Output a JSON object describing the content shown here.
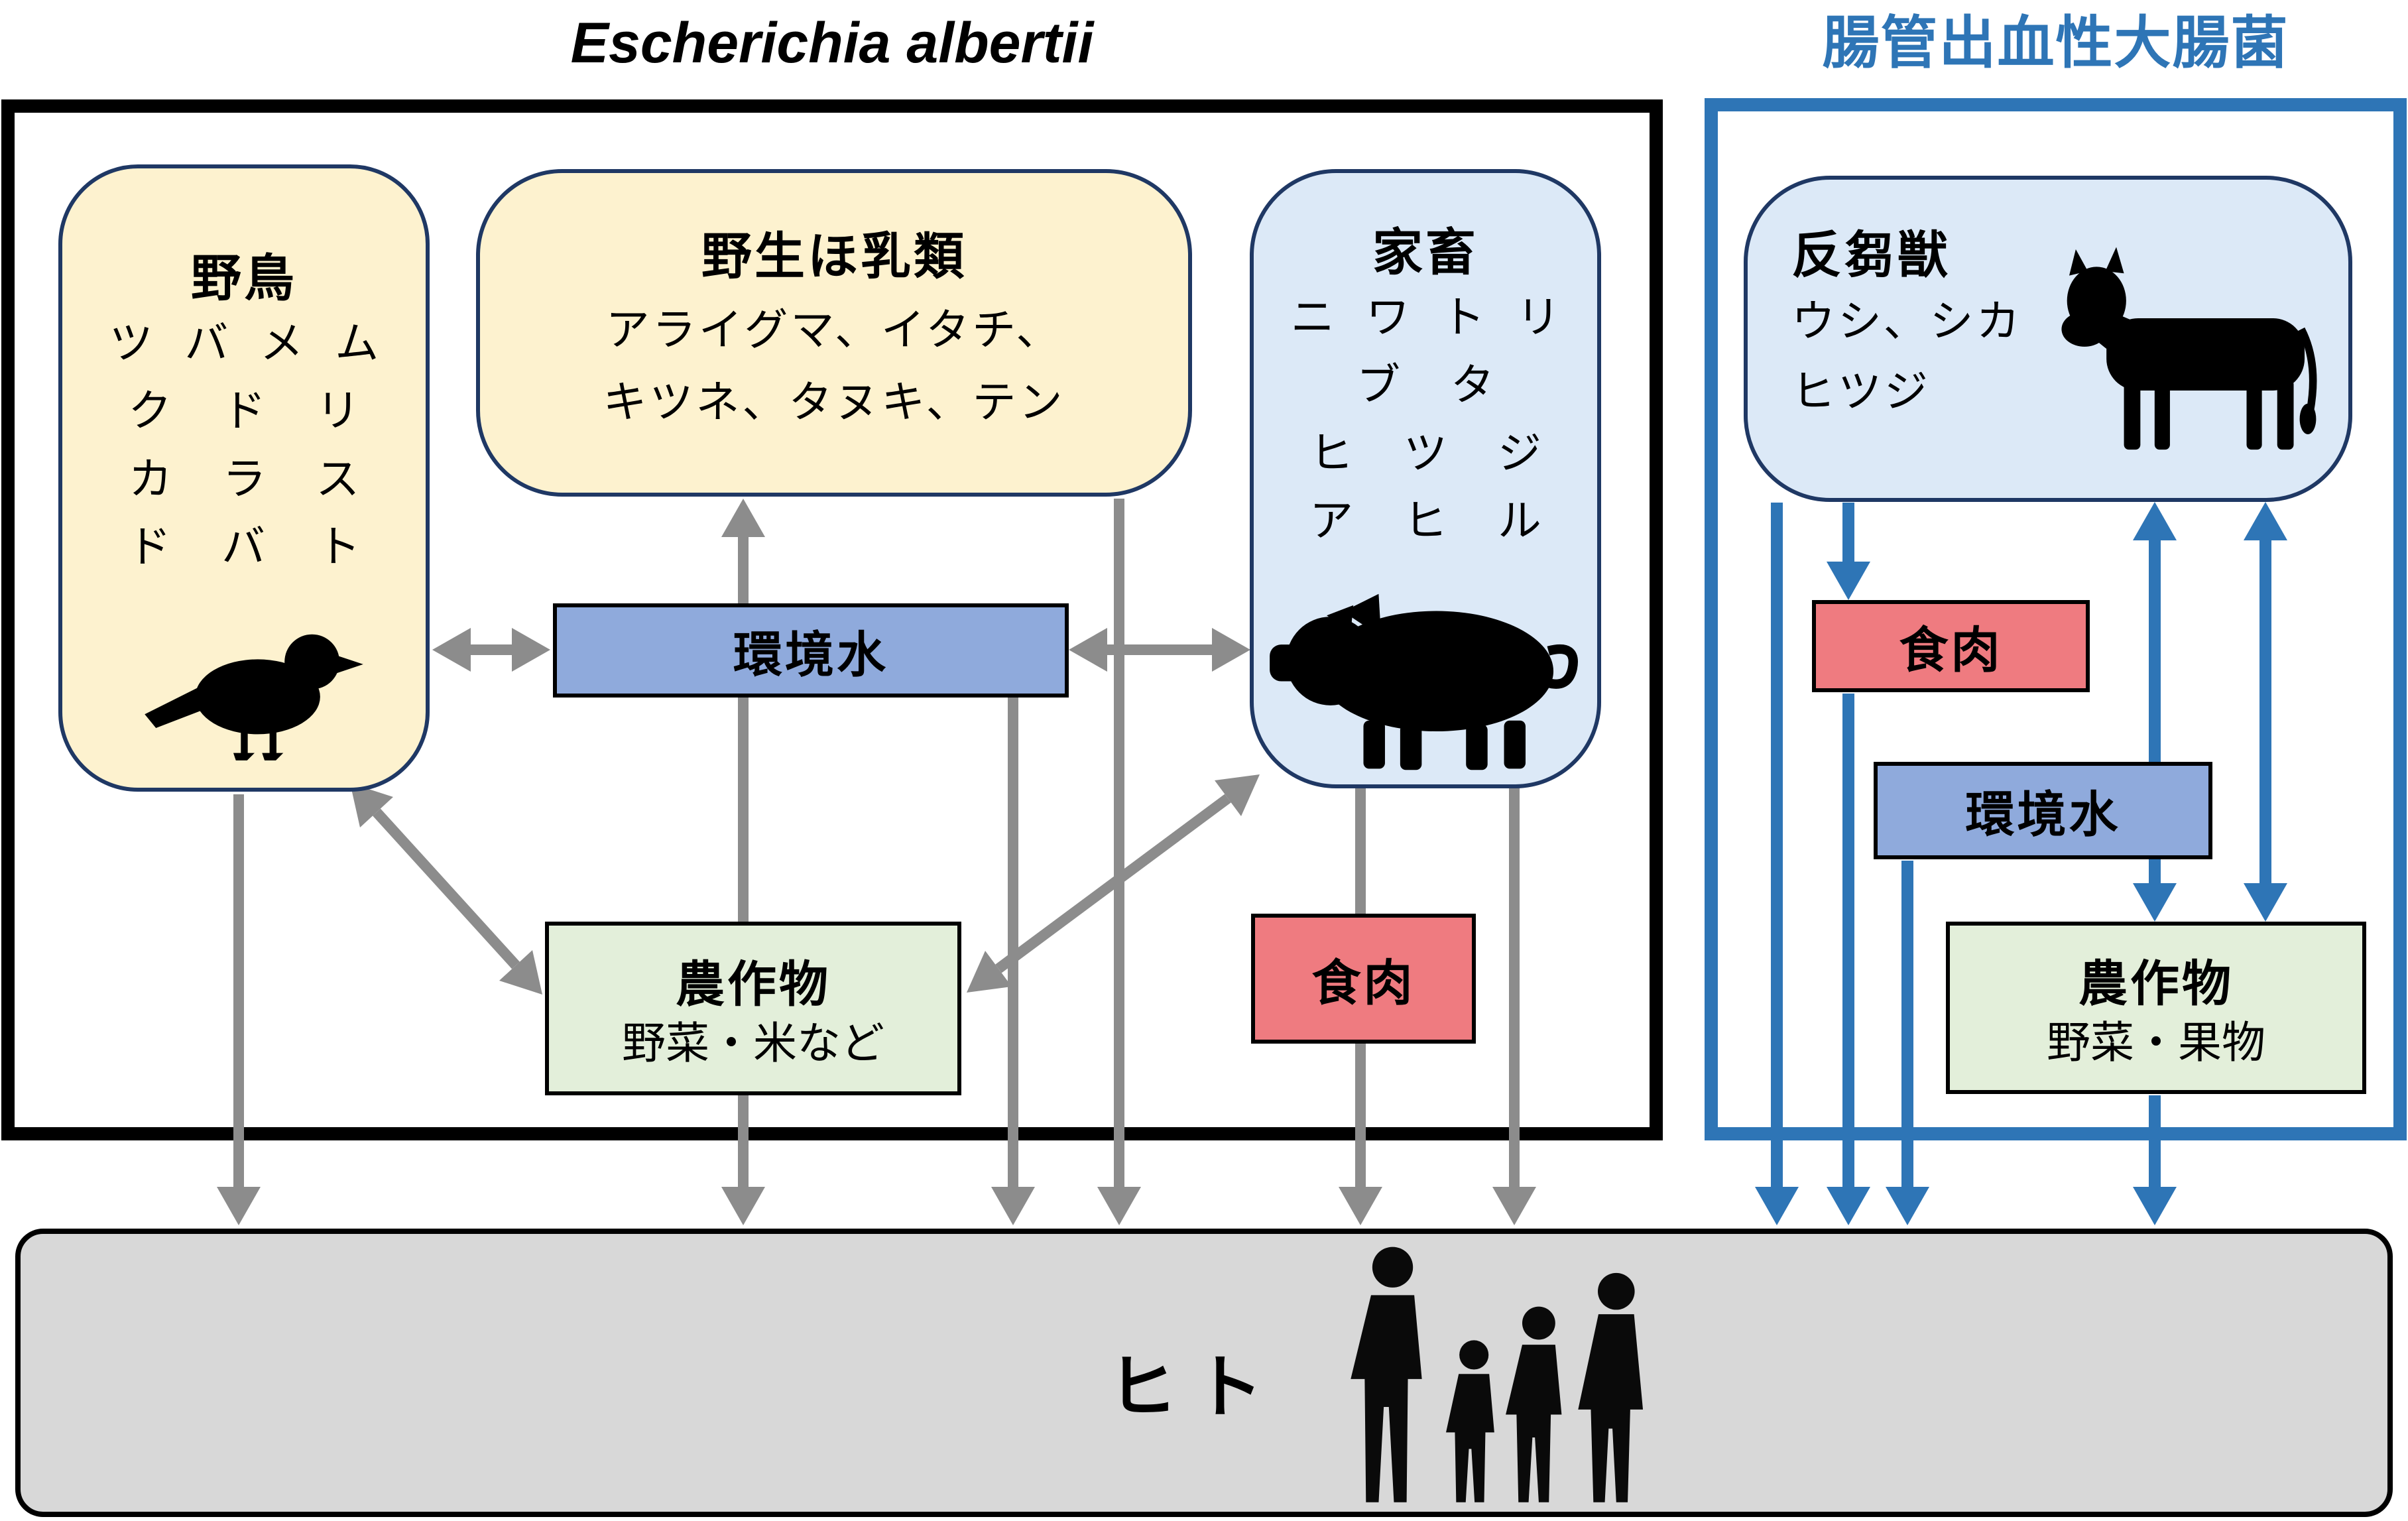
{
  "titles": {
    "left_panel": "Escherichia albertii",
    "right_panel": "腸管出血性大腸菌"
  },
  "left_panel": {
    "wild_birds": {
      "heading": "野鳥",
      "lines": [
        "ツバメム",
        "クドリ",
        "カラス",
        "ドバト"
      ]
    },
    "wild_mammals": {
      "heading": "野生ほ乳類",
      "lines": [
        "アライグマ、イタチ、",
        "キツネ、タヌキ、テン"
      ]
    },
    "livestock": {
      "heading": "家畜",
      "lines": [
        "ニワトリ",
        "ブタ",
        "ヒツジ",
        "アヒル"
      ]
    },
    "environmental_water": {
      "label": "環境水"
    },
    "crops": {
      "heading": "農作物",
      "subtitle": "野菜・米など"
    },
    "meat": {
      "label": "食肉"
    }
  },
  "right_panel": {
    "ruminants": {
      "heading": "反芻獣",
      "lines": [
        "ウシ、シカ",
        "ヒツジ"
      ]
    },
    "meat": {
      "label": "食肉"
    },
    "environmental_water": {
      "label": "環境水"
    },
    "crops": {
      "heading": "農作物",
      "subtitle": "野菜・果物"
    }
  },
  "humans": {
    "label": "ヒト"
  },
  "icons": {
    "bird": "bird-icon",
    "pig": "pig-icon",
    "cow": "cow-icon",
    "family": "family-icon"
  },
  "colors": {
    "accent_blue": "#2E75B6",
    "navy_border": "#1F3864",
    "gray_arrow": "#8C8C8C",
    "cream_fill": "#FDF2CF",
    "light_blue_fill": "#DCE9F7",
    "water_blue_fill": "#8FAADC",
    "crop_green_fill": "#E3EFDA",
    "meat_salmon_fill": "#EF7B80",
    "human_gray_fill": "#D8D8D8"
  }
}
